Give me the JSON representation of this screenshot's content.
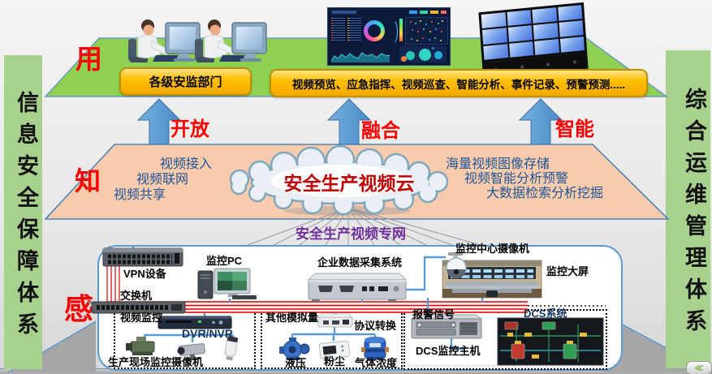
{
  "bars": {
    "left": "信息安全保障体系",
    "right": "综合运维管理体系"
  },
  "levels": {
    "use": "用",
    "know": "知",
    "sense": "感"
  },
  "top": {
    "dept": "各级安监部门",
    "functions": "视频预览、应急指挥、视频巡查、智能分析、事件记录、预警预测....."
  },
  "arrows": {
    "open": "开放",
    "fusion": "融合",
    "intelligent": "智能"
  },
  "cloud": {
    "title": "安全生产视频云",
    "left": [
      "视频接入",
      "视频联网",
      "视频共享"
    ],
    "right": [
      "海量视频图像存储",
      "视频智能分析预警",
      "大数据检索分析挖掘"
    ]
  },
  "network_label": "安全生产视频专网",
  "equip": {
    "vpn": "VPN设备",
    "switch": "交换机",
    "pc": "监控PC",
    "daq": "企业数据采集系统",
    "center_cam": "监控中心摄像机",
    "big_screen": "监控大屏",
    "video": {
      "title": "视频监控",
      "dvr": "DVR/NVR",
      "cams": "生产现场监控摄像机"
    },
    "analog": {
      "title": "其他模拟量",
      "conv": "协议转换",
      "s1": "液压",
      "s2": "粉尘",
      "s3": "气体浓度"
    },
    "dcs": {
      "alarm": "报警信号",
      "host": "DCS监控主机",
      "sys": "DCS系统"
    }
  },
  "controls": {
    "collapse": "≪"
  },
  "colors": {
    "platform_green": "#92d050",
    "band_orange": "#f8cbad",
    "arrow_blue": "#5b9bd5",
    "box_gold": "#ffc000",
    "label_red": "#ff0000",
    "cloud_text_red": "#c00000",
    "net_purple": "#7030a0",
    "bar_green": "#a9d18e",
    "bus_red": "#ff0000",
    "wire_blue": "#5b9bd5"
  }
}
